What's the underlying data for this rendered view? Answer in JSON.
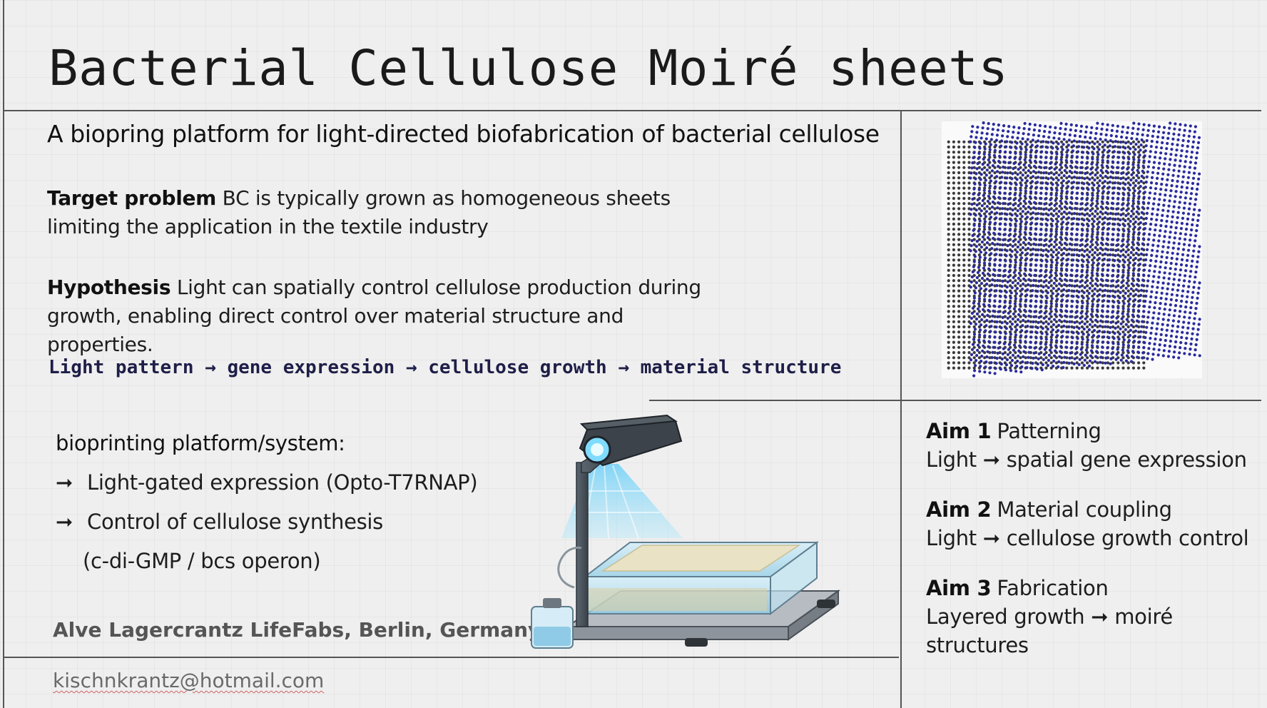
{
  "title": "Bacterial Cellulose Moiré sheets",
  "subtitle": "A biopring platform for light-directed biofabrication of bacterial cellulose",
  "target_problem": {
    "label": "Target problem",
    "text": " BC is typically grown as homogeneous sheets limiting the application in the textile industry"
  },
  "hypothesis": {
    "label": "Hypothesis",
    "text": " Light can spatially control cellulose production during growth, enabling direct control over material structure and properties."
  },
  "flow": "Light pattern → gene expression → cellulose growth → material structure",
  "platform": {
    "heading": "bioprinting platform/system:",
    "arrow": "➞",
    "item1": "Light-gated expression (Opto-T7RNAP)",
    "item2": "Control of cellulose synthesis",
    "item2_sub": "(c-di-GMP / bcs operon)"
  },
  "aims": [
    {
      "label": "Aim 1",
      "title": "Patterning",
      "desc": "Light ➞ spatial gene expression"
    },
    {
      "label": "Aim 2",
      "title": "Material coupling",
      "desc": "Light ➞ cellulose growth control"
    },
    {
      "label": "Aim 3",
      "title": "Fabrication",
      "desc": "Layered growth ➞ moiré structures"
    }
  ],
  "affiliation": "Alve Lagercrantz LifeFabs, Berlin, Germany",
  "email": "kischnkrantz@hotmail.com",
  "colors": {
    "moire_dark": "#3a3a3a",
    "moire_blue": "#2a2aa0",
    "flow_text": "#1e1e48",
    "light_beam": "#8fd6f5"
  }
}
